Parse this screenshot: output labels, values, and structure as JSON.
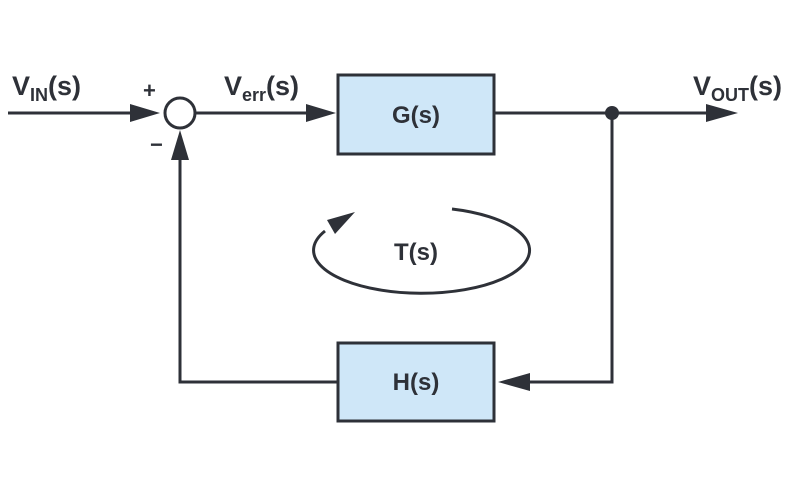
{
  "diagram": {
    "type": "feedback-control-block-diagram",
    "input_label": {
      "main": "V",
      "sub": "IN",
      "tail": "(s)"
    },
    "error_label": {
      "main": "V",
      "sub": "err",
      "tail": "(s)"
    },
    "output_label": {
      "main": "V",
      "sub": "OUT",
      "tail": "(s)"
    },
    "summing_junction": {
      "plus_sign": "+",
      "minus_sign": "−"
    },
    "forward_block": {
      "label": "G(s)"
    },
    "feedback_block": {
      "label": "H(s)"
    },
    "loop_gain_label": "T(s)",
    "colors": {
      "line": "#2e3138",
      "block_fill": "#cfe7f8",
      "background": "#ffffff"
    }
  }
}
